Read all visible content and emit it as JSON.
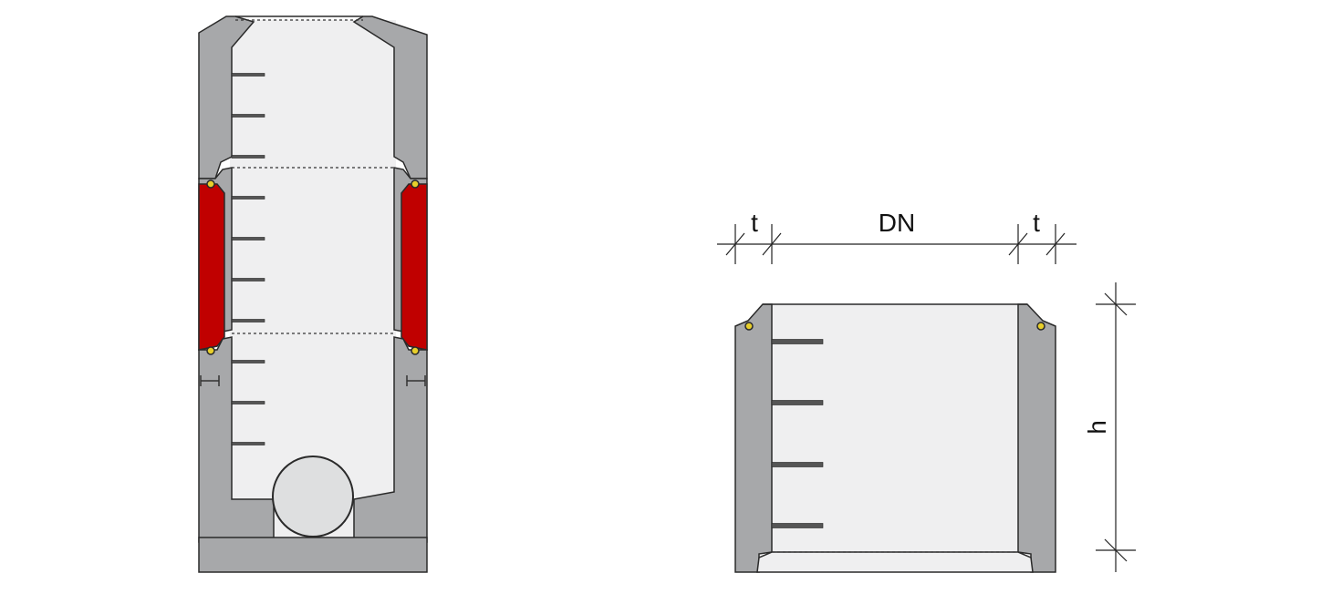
{
  "colors": {
    "concrete": "#a7a8aa",
    "interior": "#efeff0",
    "outline": "#2a2a2a",
    "seal": "#c00000",
    "gasket": "#e8cf2a",
    "pipe": "#dedfe0",
    "rung": "#555555",
    "background": "#ffffff"
  },
  "labels": {
    "thickness_left": "t",
    "diameter": "DN",
    "thickness_right": "t",
    "height": "h"
  },
  "icons": {
    "ladder_rung": "step-iron",
    "gasket": "ring-gasket",
    "seal_band": "joint-seal",
    "lifting_anchor": "lifting-anchor",
    "dimension_tick": "dimension-tick"
  }
}
